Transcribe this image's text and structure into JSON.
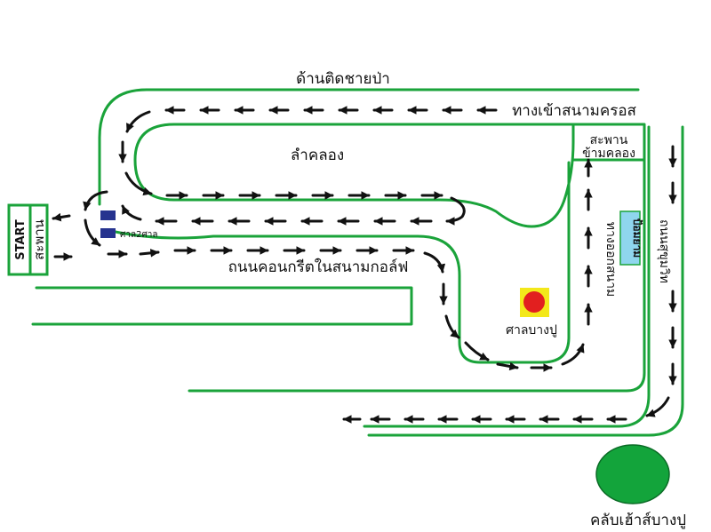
{
  "labels": {
    "coast_road": "ด้านติดชายป่า",
    "entrance_road": "ทางเข้าสนามครอส",
    "canal": "ลำคลอง",
    "bridge_top": "สะพาน",
    "bridge_bottom": "ข้ามคลอง",
    "concrete_road": "ถนนคอนกรีตในสนามกอล์ฟ",
    "start": "START",
    "start_bridge": "สะพาน",
    "two_shrines": "ศาล2ศาล",
    "bangpu_shrine": "ศาลบางปู",
    "field_road": "ทางออกสนาม",
    "checkpoint": "ป้อมยาม",
    "main_road": "ถนนสุขุมวิท",
    "club": "คลับเฮ้าส์บางปู"
  },
  "colors": {
    "road": "#1aa33a",
    "arrow": "#111111",
    "shrine_marker": "#26338f",
    "checkpoint_fill": "#8fd6ee",
    "shrine_box": "#f3e81a",
    "shrine_dot": "#e21f1f",
    "club_circle": "#13a43b"
  },
  "icons": {
    "shrine_marker": "two-shrines-icon",
    "bangpu_shrine": "bangpu-shrine-icon",
    "club": "club-house-icon"
  }
}
